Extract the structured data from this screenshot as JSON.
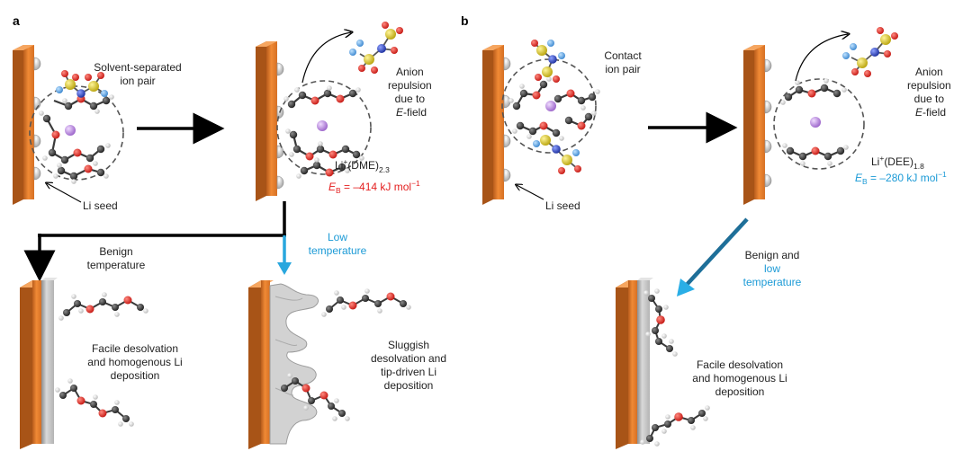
{
  "panel_a": {
    "letter": "a",
    "ion_pair_line1": "Solvent-separated",
    "ion_pair_line2": "ion pair",
    "li_seed": "Li seed",
    "anion_line1": "Anion",
    "anion_line2": "repulsion",
    "anion_line3": "due to",
    "anion_efield_italic": "E",
    "anion_efield_rest": "-field",
    "complex_base": "Li",
    "complex_sup": "+",
    "complex_solvent": "(DME)",
    "complex_sub": "2.3",
    "eb_symbol": "E",
    "eb_sub": "B",
    "eb_value": " = –414 kJ mol",
    "eb_exp": "−1",
    "benign_line1": "Benign",
    "benign_line2": "temperature",
    "low_line1": "Low",
    "low_line2": "temperature",
    "facile_line1": "Facile desolvation",
    "facile_line2": "and homogenous Li",
    "facile_line3": "deposition",
    "sluggish_line1": "Sluggish",
    "sluggish_line2": "desolvation and",
    "sluggish_line3": "tip-driven Li",
    "sluggish_line4": "deposition"
  },
  "panel_b": {
    "letter": "b",
    "ion_pair_line1": "Contact",
    "ion_pair_line2": "ion pair",
    "li_seed": "Li seed",
    "anion_line1": "Anion",
    "anion_line2": "repulsion",
    "anion_line3": "due to",
    "anion_efield_italic": "E",
    "anion_efield_rest": "-field",
    "complex_base": "Li",
    "complex_sup": "+",
    "complex_solvent": "(DEE)",
    "complex_sub": "1.8",
    "eb_symbol": "E",
    "eb_sub": "B",
    "eb_value": " = –280 kJ mol",
    "eb_exp": "−1",
    "cond_line1": "Benign and",
    "cond_line2": "low",
    "cond_line3": "temperature",
    "facile_line1": "Facile desolvation",
    "facile_line2": "and homogenous Li",
    "facile_line3": "deposition"
  },
  "colors": {
    "electrode_orange": "#e9822f",
    "electrode_dark": "#a85417",
    "lithium_grey": "#c9c9c9",
    "text_red": "#e41e1e",
    "text_blue": "#1b9ad6",
    "arrow_blue": "#29a7de",
    "arrow_black": "#000000",
    "atom_oxygen": "#e0271f",
    "atom_carbon": "#3a3a3a",
    "atom_hydrogen": "#f2f2f2",
    "atom_sulfur": "#e3d41c",
    "atom_nitrogen": "#2b47c9",
    "atom_fluorine": "#5aa8e8",
    "atom_lithium": "#c79be6"
  }
}
